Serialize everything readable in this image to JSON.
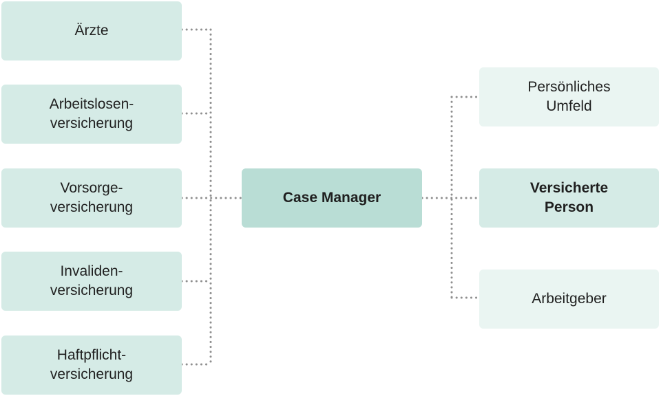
{
  "center": {
    "label": "Case Manager"
  },
  "left_nodes": [
    {
      "label": "Ärzte"
    },
    {
      "label": "Arbeitslosen-\nversicherung"
    },
    {
      "label": "Vorsorge-\nversicherung"
    },
    {
      "label": "Invaliden-\nversicherung"
    },
    {
      "label": "Haftpflicht-\nversicherung"
    }
  ],
  "right_nodes": [
    {
      "label": "Persönliches\nUmfeld"
    },
    {
      "label": "Versicherte\nPerson"
    },
    {
      "label": "Arbeitgeber"
    }
  ],
  "colors": {
    "left_box": "#d5ebe6",
    "center_box": "#b9ddd5",
    "right_box_light": "#eaf5f2",
    "right_box_strong": "#d5ebe6",
    "connector": "#8f8f8f",
    "text": "#1f1f1f"
  }
}
